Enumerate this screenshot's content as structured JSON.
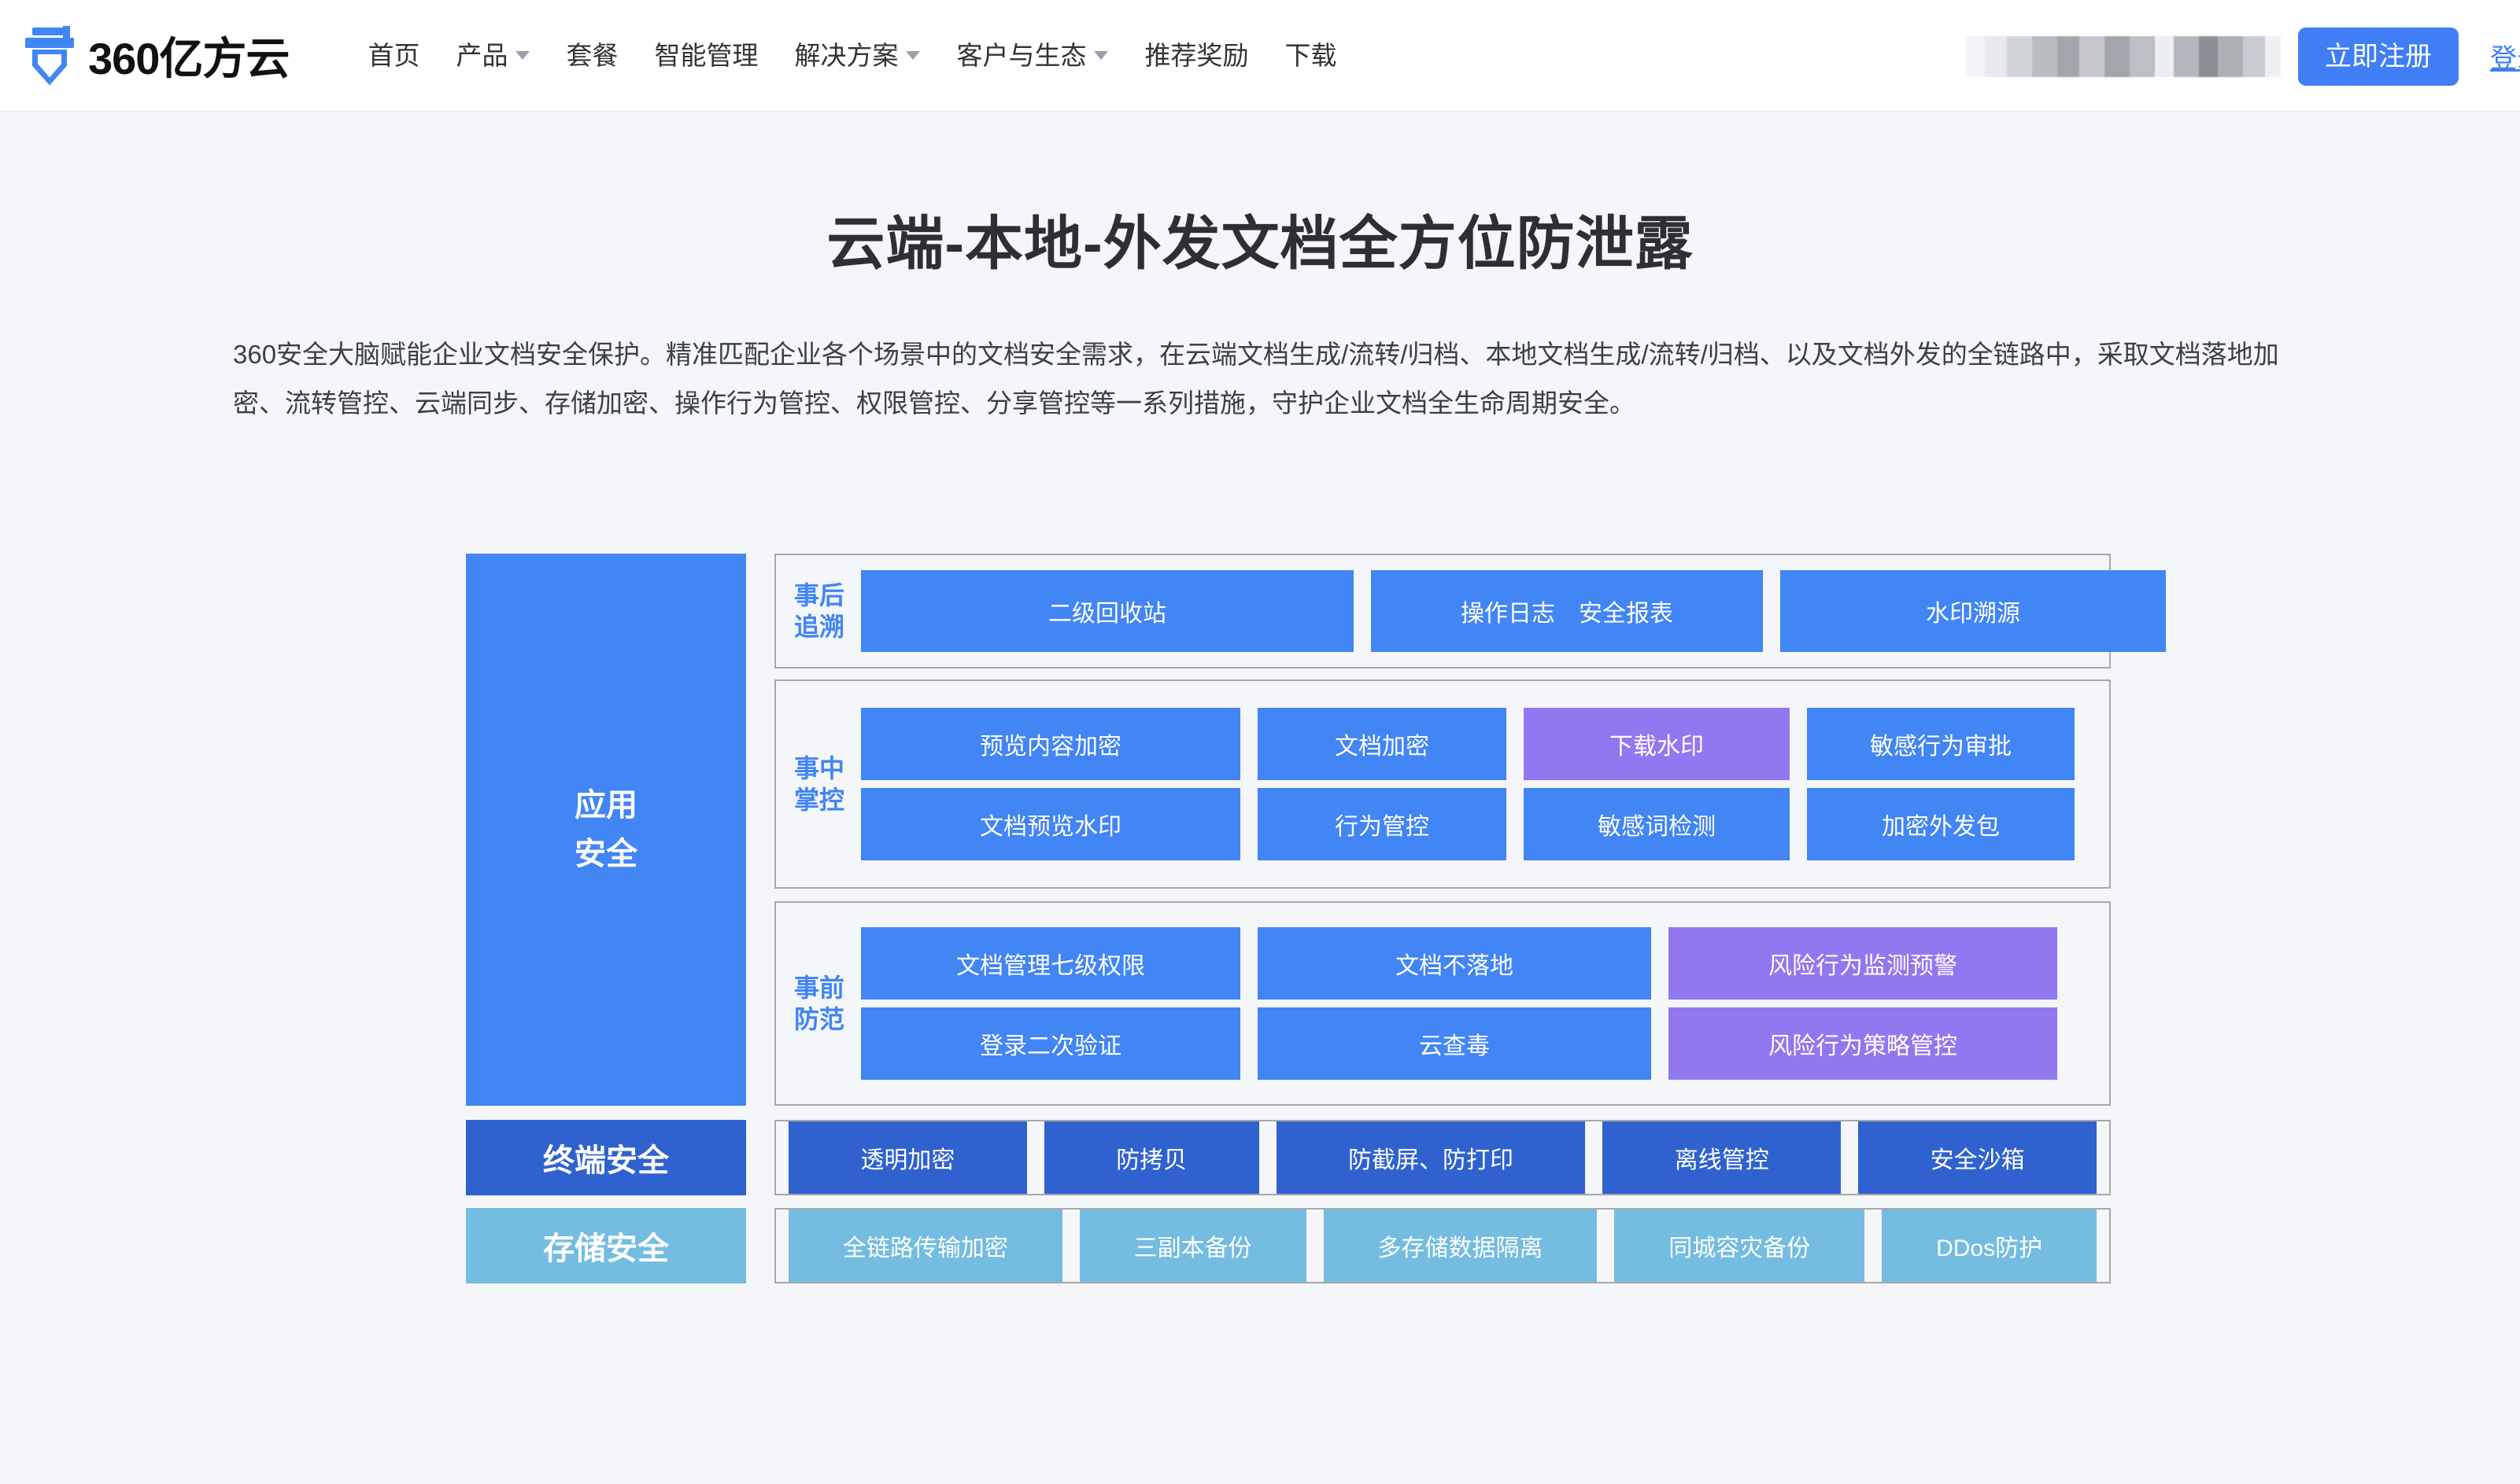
{
  "brand": {
    "logo_icon": "brand-logo-icon",
    "name": "360亿方云"
  },
  "nav": {
    "items": [
      {
        "label": "首页",
        "has_dropdown": false
      },
      {
        "label": "产品",
        "has_dropdown": true
      },
      {
        "label": "套餐",
        "has_dropdown": false
      },
      {
        "label": "智能管理",
        "has_dropdown": false
      },
      {
        "label": "解决方案",
        "has_dropdown": true
      },
      {
        "label": "客户与生态",
        "has_dropdown": true
      },
      {
        "label": "推荐奖励",
        "has_dropdown": false
      },
      {
        "label": "下载",
        "has_dropdown": false
      }
    ],
    "redacted_contact": "",
    "register_label": "立即注册",
    "login_label": "登录"
  },
  "hero": {
    "title": "云端-本地-外发文档全方位防泄露",
    "description": "360安全大脑赋能企业文档安全保护。精准匹配企业各个场景中的文档安全需求，在云端文档生成/流转/归档、本地文档生成/流转/归档、以及文档外发的全链路中，采取文档落地加密、流转管控、云端同步、存储加密、操作行为管控、权限管控、分享管控等一系列措施，守护企业文档全生命周期安全。"
  },
  "colors": {
    "brand_blue": "#4285f4",
    "deep_blue": "#2f62cf",
    "light_blue": "#74bce0",
    "purple": "#9178f0",
    "page_bg": "#f4f6fa",
    "panel_border": "#a8a8a8"
  },
  "diagram": {
    "categories": [
      {
        "id": "app",
        "label": "应用\n安全",
        "label_line1": "应用",
        "label_line2": "安全",
        "color": "#4285f4"
      },
      {
        "id": "terminal",
        "label": "终端安全",
        "color": "#2f62cf"
      },
      {
        "id": "storage",
        "label": "存储安全",
        "color": "#74bce0"
      }
    ],
    "phases": [
      {
        "id": "after",
        "label_line1": "事后",
        "label_line2": "追溯",
        "rows": [
          [
            {
              "label": "二级回收站",
              "color": "blue"
            },
            {
              "label": "操作日志　安全报表",
              "color": "blue"
            },
            {
              "label": "水印溯源",
              "color": "blue"
            }
          ]
        ]
      },
      {
        "id": "during",
        "label_line1": "事中",
        "label_line2": "掌控",
        "rows": [
          [
            {
              "label": "预览内容加密",
              "color": "blue"
            },
            {
              "label": "文档加密",
              "color": "blue"
            },
            {
              "label": "下载水印",
              "color": "purple"
            },
            {
              "label": "敏感行为审批",
              "color": "blue"
            }
          ],
          [
            {
              "label": "文档预览水印",
              "color": "blue"
            },
            {
              "label": "行为管控",
              "color": "blue"
            },
            {
              "label": "敏感词检测",
              "color": "blue"
            },
            {
              "label": "加密外发包",
              "color": "blue"
            }
          ]
        ]
      },
      {
        "id": "before",
        "label_line1": "事前",
        "label_line2": "防范",
        "rows": [
          [
            {
              "label": "文档管理七级权限",
              "color": "blue"
            },
            {
              "label": "文档不落地",
              "color": "blue"
            },
            {
              "label": "风险行为监测预警",
              "color": "purple"
            }
          ],
          [
            {
              "label": "登录二次验证",
              "color": "blue"
            },
            {
              "label": "云查毒",
              "color": "blue"
            },
            {
              "label": "风险行为策略管控",
              "color": "purple"
            }
          ]
        ]
      }
    ],
    "terminal_row": [
      {
        "label": "透明加密",
        "color": "dblue"
      },
      {
        "label": "防拷贝",
        "color": "dblue"
      },
      {
        "label": "防截屏、防打印",
        "color": "dblue"
      },
      {
        "label": "离线管控",
        "color": "dblue"
      },
      {
        "label": "安全沙箱",
        "color": "dblue"
      }
    ],
    "storage_row": [
      {
        "label": "全链路传输加密",
        "color": "lblue"
      },
      {
        "label": "三副本备份",
        "color": "lblue"
      },
      {
        "label": "多存储数据隔离",
        "color": "lblue"
      },
      {
        "label": "同城容灾备份",
        "color": "lblue"
      },
      {
        "label": "DDos防护",
        "color": "lblue"
      }
    ]
  }
}
